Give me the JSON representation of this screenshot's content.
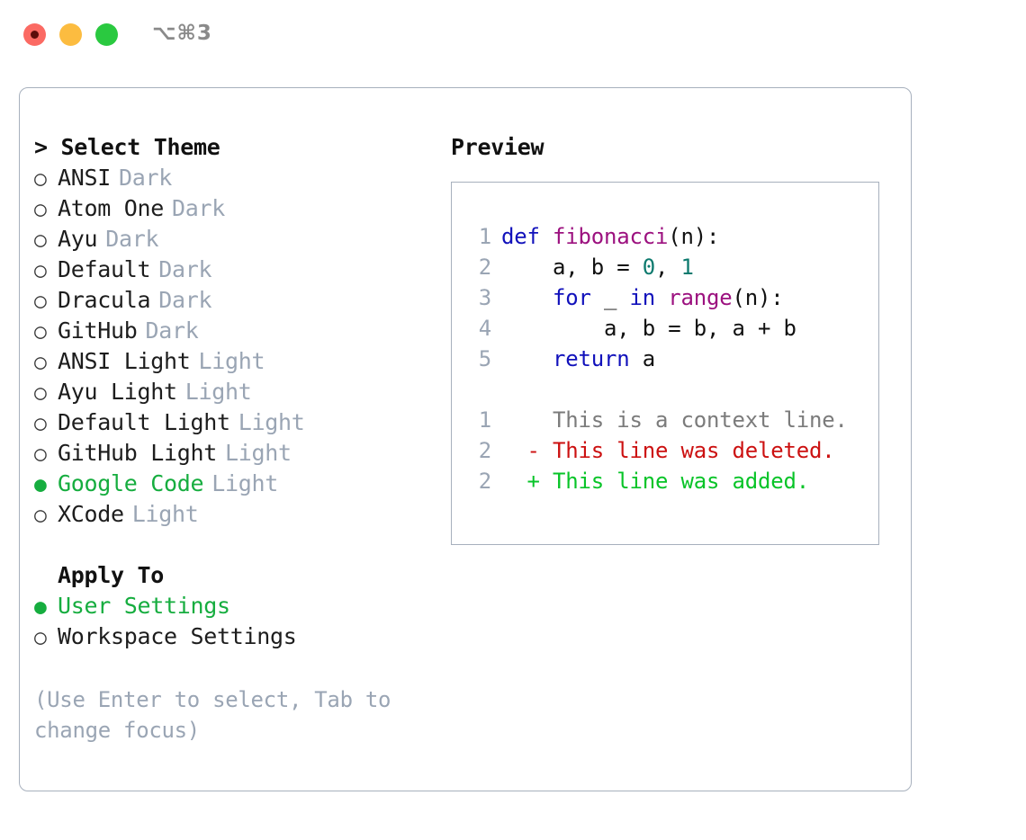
{
  "window": {
    "shortcut": "⌥⌘3",
    "traffic_lights": [
      "close-red",
      "minimize-yellow",
      "maximize-green"
    ]
  },
  "theme_picker": {
    "title": "> Select Theme",
    "options": [
      {
        "marker": "○",
        "label": "ANSI",
        "tag": "Dark",
        "selected": false
      },
      {
        "marker": "○",
        "label": "Atom One",
        "tag": "Dark",
        "selected": false
      },
      {
        "marker": "○",
        "label": "Ayu",
        "tag": "Dark",
        "selected": false
      },
      {
        "marker": "○",
        "label": "Default",
        "tag": "Dark",
        "selected": false
      },
      {
        "marker": "○",
        "label": "Dracula",
        "tag": "Dark",
        "selected": false
      },
      {
        "marker": "○",
        "label": "GitHub",
        "tag": "Dark",
        "selected": false
      },
      {
        "marker": "○",
        "label": "ANSI Light",
        "tag": "Light",
        "selected": false
      },
      {
        "marker": "○",
        "label": "Ayu Light",
        "tag": "Light",
        "selected": false
      },
      {
        "marker": "○",
        "label": "Default Light",
        "tag": "Light",
        "selected": false
      },
      {
        "marker": "○",
        "label": "GitHub Light",
        "tag": "Light",
        "selected": false
      },
      {
        "marker": "●",
        "label": "Google Code",
        "tag": "Light",
        "selected": true
      },
      {
        "marker": "○",
        "label": "XCode",
        "tag": "Light",
        "selected": false
      }
    ]
  },
  "apply_to": {
    "title": "Apply To",
    "options": [
      {
        "marker": "●",
        "label": "User Settings",
        "selected": true
      },
      {
        "marker": "○",
        "label": "Workspace Settings",
        "selected": false
      }
    ]
  },
  "hint": "(Use Enter to select, Tab to change focus)",
  "preview": {
    "title": "Preview",
    "code_lines": [
      {
        "num": "1",
        "tokens": [
          {
            "t": "def ",
            "c": "kw"
          },
          {
            "t": "fibonacci",
            "c": "fn"
          },
          {
            "t": "(n):",
            "c": "plain"
          }
        ]
      },
      {
        "num": "2",
        "tokens": [
          {
            "t": "    a, b = ",
            "c": "plain"
          },
          {
            "t": "0",
            "c": "num"
          },
          {
            "t": ", ",
            "c": "plain"
          },
          {
            "t": "1",
            "c": "num"
          }
        ]
      },
      {
        "num": "3",
        "tokens": [
          {
            "t": "    ",
            "c": "plain"
          },
          {
            "t": "for",
            "c": "kw"
          },
          {
            "t": " _ ",
            "c": "plain"
          },
          {
            "t": "in",
            "c": "kw"
          },
          {
            "t": " ",
            "c": "plain"
          },
          {
            "t": "range",
            "c": "fn"
          },
          {
            "t": "(n):",
            "c": "plain"
          }
        ]
      },
      {
        "num": "4",
        "tokens": [
          {
            "t": "        a, b = b, a + b",
            "c": "plain"
          }
        ]
      },
      {
        "num": "5",
        "tokens": [
          {
            "t": "    ",
            "c": "plain"
          },
          {
            "t": "return",
            "c": "kw"
          },
          {
            "t": " a",
            "c": "plain"
          }
        ]
      }
    ],
    "diff_lines": [
      {
        "num": "1",
        "sign": " ",
        "text": "This is a context line.",
        "kind": "ctx"
      },
      {
        "num": "2",
        "sign": "-",
        "text": "This line was deleted.",
        "kind": "del"
      },
      {
        "num": "2",
        "sign": "+",
        "text": "This line was added.",
        "kind": "add"
      }
    ]
  },
  "colors": {
    "accent_green": "#16ad3f",
    "muted": "#9aa5b4",
    "border": "#a7b0bd",
    "keyword": "#1111bb",
    "function": "#9c117f",
    "number": "#0d7a6e",
    "diff_added": "#08c428",
    "diff_deleted": "#cc1111",
    "diff_context": "#7b7b7b"
  }
}
